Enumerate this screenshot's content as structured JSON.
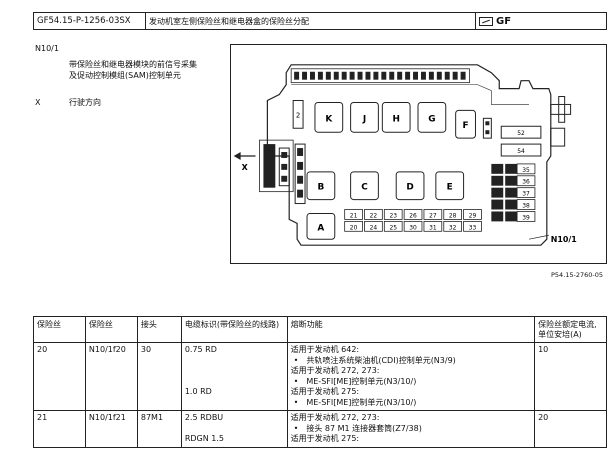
{
  "header": {
    "doc_no": "GF54.15-P-1256-03SX",
    "title": "发动机室左侧保险丝和继电器盒的保险丝分配",
    "flag_label": "GF"
  },
  "legend": [
    {
      "key": "N10/1",
      "lines": [
        "带保险丝和继电器模块的前信号采集",
        "及促动控制模组(SAM)控制单元"
      ]
    },
    {
      "key": "X",
      "lines": [
        "行驶方向"
      ]
    }
  ],
  "diagram": {
    "relays_top": [
      "K",
      "J",
      "H",
      "G",
      "F"
    ],
    "relays_bottom": [
      "B",
      "C",
      "D",
      "E"
    ],
    "relay_a": "A",
    "small_left": "2",
    "fuse_row1": [
      "21",
      "22",
      "23",
      "26",
      "27",
      "28",
      "29"
    ],
    "fuse_row2": [
      "20",
      "24",
      "25",
      "30",
      "31",
      "32",
      "33"
    ],
    "right_col": [
      "35",
      "36",
      "37",
      "38",
      "39"
    ],
    "right_rel_top": "52",
    "right_rel_bot": "54",
    "direction_label": "X",
    "module_label": "N10/1",
    "figure_ref": "P54.15-2760-05"
  },
  "table": {
    "headers": [
      "保险丝",
      "保险丝",
      "接头",
      "电缆标识(带保险丝的线路)",
      "熔断功能",
      "保险丝额定电流,单位安培(A)"
    ],
    "rows": [
      {
        "no": "20",
        "fuse": "N10/1f20",
        "conn": "30",
        "cables": [
          "0.75 RD",
          "",
          "",
          "",
          "1.0 RD"
        ],
        "func": [
          {
            "t": "适用于发动机 642:",
            "b": false
          },
          {
            "t": "共轨喷注系统柴油机(CDI)控制单元(N3/9)",
            "b": true
          },
          {
            "t": "适用于发动机 272, 273:",
            "b": false
          },
          {
            "t": "ME-SFI[ME]控制单元(N3/10/)",
            "b": true
          },
          {
            "t": "适用于发动机 275:",
            "b": false
          },
          {
            "t": "ME-SFI[ME]控制单元(N3/10/)",
            "b": true
          }
        ],
        "amp": "10"
      },
      {
        "no": "21",
        "fuse": "N10/1f21",
        "conn": "87M1",
        "cables": [
          "2.5  RDBU",
          "",
          "RDGN 1.5"
        ],
        "func": [
          {
            "t": "适用于发动机 272, 273:",
            "b": false
          },
          {
            "t": "接头 87 M1 连接器套筒(Z7/38)",
            "b": true
          },
          {
            "t": "适用于发动机 275:",
            "b": false
          }
        ],
        "amp": "20"
      }
    ]
  }
}
